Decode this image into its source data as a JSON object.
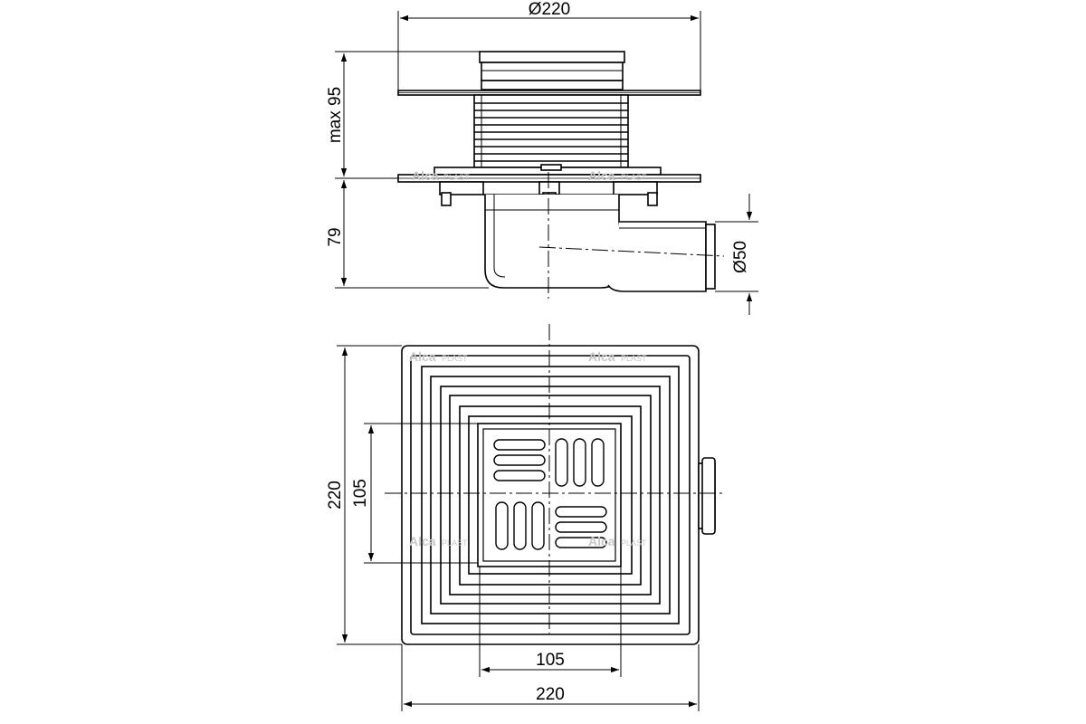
{
  "dimensions": {
    "top_diameter": "Ø220",
    "max_height": "max 95",
    "body_height": "79",
    "outlet_diameter": "Ø50",
    "plan_height": "220",
    "grate_height": "105",
    "grate_width": "105",
    "plan_width": "220"
  },
  "watermark": {
    "brand": "Alca",
    "sub": "PLAST"
  },
  "colors": {
    "line": "#000000",
    "background": "#ffffff",
    "watermark": "#c8c8c8"
  }
}
